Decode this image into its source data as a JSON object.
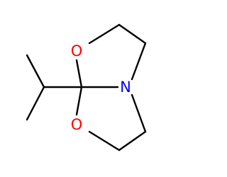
{
  "molecule": {
    "atoms": [
      {
        "id": "O_top",
        "symbol": "O",
        "color": "#ff0000"
      },
      {
        "id": "N",
        "symbol": "N",
        "color": "#0000ff"
      },
      {
        "id": "O_bottom",
        "symbol": "O",
        "color": "#ff0000"
      }
    ],
    "bond_color": "#000000",
    "background": "#ffffff"
  }
}
